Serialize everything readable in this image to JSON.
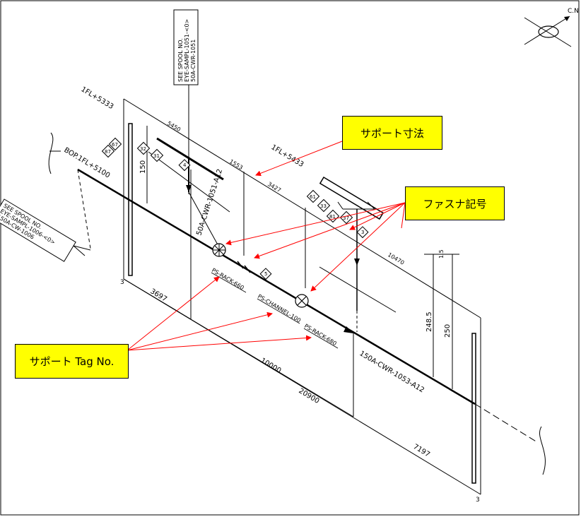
{
  "north_label": "C.N",
  "elevations": {
    "top_left": "1FL+5333",
    "top_mid": "1FL+5433",
    "bop": "BOP.1FL+5100"
  },
  "spool_top": {
    "line1": "SEE SPOOL NO.",
    "line2": "EYE-SAMPL-1051-<0>",
    "line3": "50A-CWR-1051"
  },
  "spool_left": {
    "line1": "SEE SPOOL NO.",
    "line2": "EYE-SAMPL-1006-<0>",
    "line3": "150A-CW-1006"
  },
  "dimensions": {
    "d5450": "5450",
    "d1553": "1553",
    "d3427": "3427",
    "d10470": "10470",
    "d3697": "3697",
    "d10000": "10000",
    "d20900": "20900",
    "d7197": "7197",
    "d150": "150",
    "d248_5": "248.5",
    "d250": "250",
    "d1_5": "1.5",
    "d3_left": "3",
    "d3_right": "3"
  },
  "pipe_labels": {
    "branch": "50A-CWR-1051-A12",
    "main": "150A-CWR-1053-A12"
  },
  "support_tags": {
    "rack660": "PS-RACK-660",
    "channel100": "PS-CHANNEL-100",
    "rack680": "PS-RACK-680"
  },
  "fastener_marks": {
    "m67": "67",
    "m87": "87",
    "m32": "32",
    "m31": "31",
    "m4": "4",
    "m5": "5",
    "m61": "61",
    "m33": "33",
    "m81": "81",
    "m37": "37",
    "m3": "3"
  },
  "callouts": {
    "support_dim": "サポート寸法",
    "fastener": "ファスナ記号",
    "support_tag": "サポート Tag No."
  },
  "colors": {
    "callout_fill": "#ffff00",
    "arrow": "#ff0000",
    "line": "#000000"
  }
}
